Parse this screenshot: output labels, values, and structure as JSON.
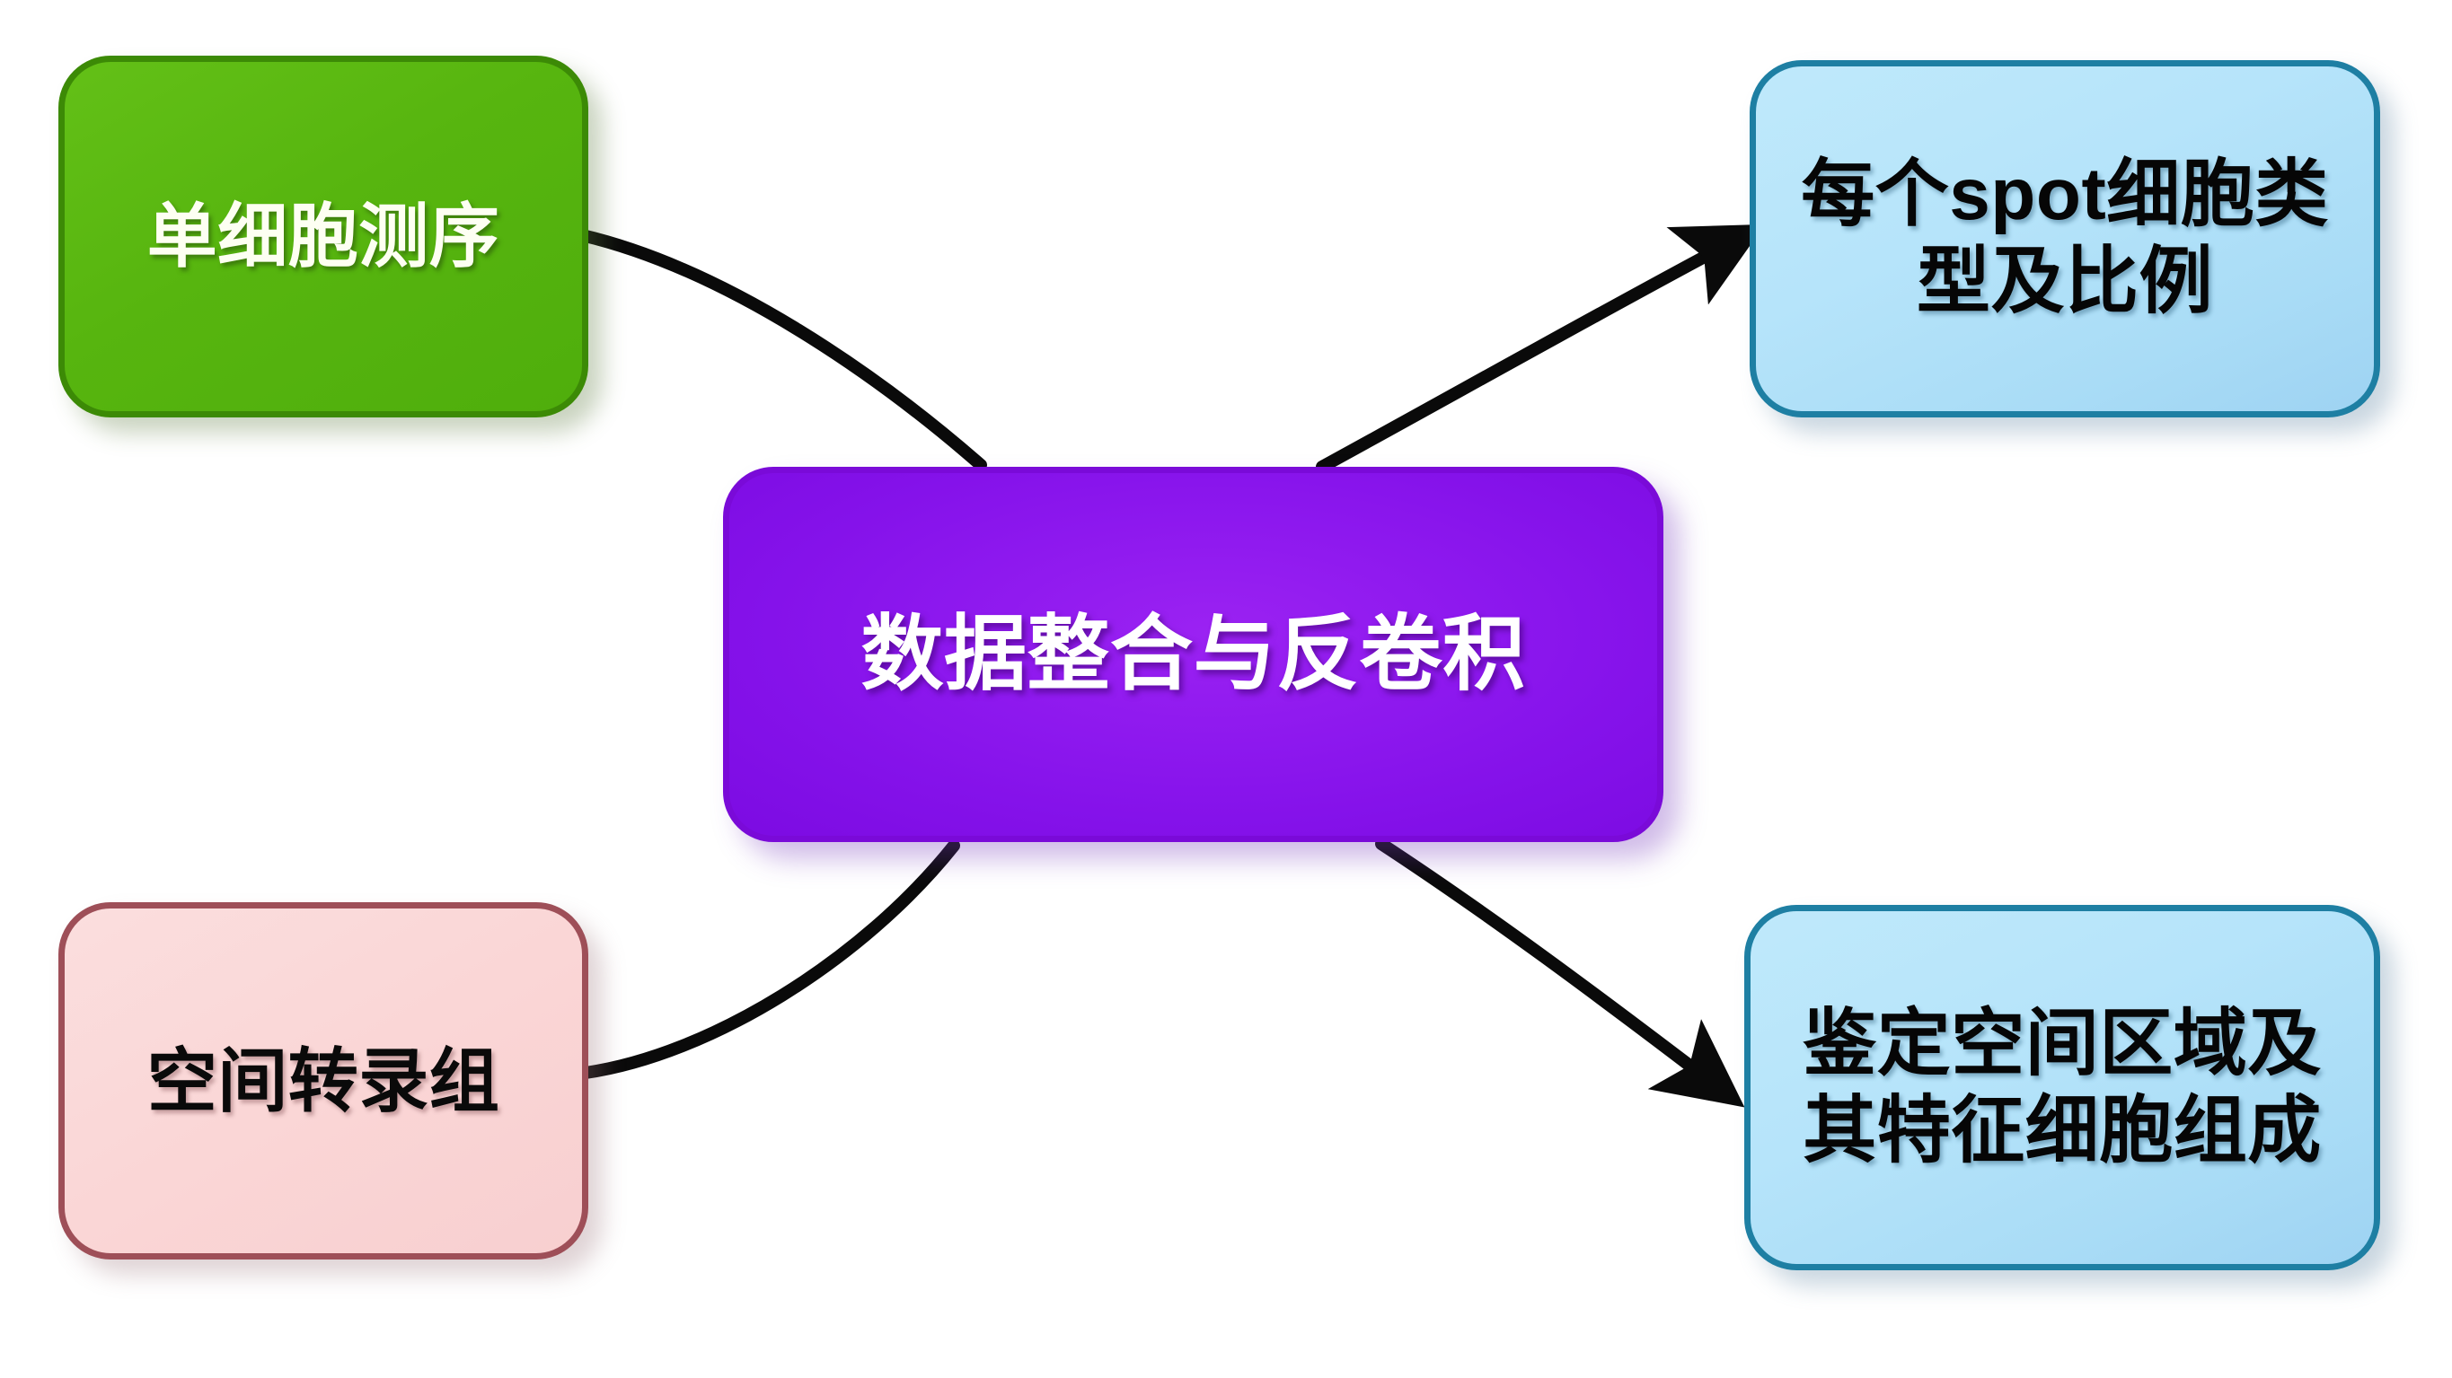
{
  "diagram": {
    "title_visible": false,
    "background_color": "#ffffff",
    "nodes": [
      {
        "id": "single-cell",
        "name": "单细胞测序",
        "lines": [
          "单细胞测序"
        ],
        "role": "input",
        "fill": "#57b50f",
        "border": "#3c8a06",
        "text_color": "#fdfff2"
      },
      {
        "id": "spatial",
        "name": "空间转录组",
        "lines": [
          "空间转录组"
        ],
        "role": "input",
        "fill": "#fad6d6",
        "border": "#9e4f58",
        "text_color": "#0a0a0a"
      },
      {
        "id": "integration",
        "name": "数据整合与反卷积",
        "lines": [
          "数据整合与反卷积"
        ],
        "role": "process",
        "fill": "#8d18ee",
        "border": "#7a0ad8",
        "text_color": "#ffffff"
      },
      {
        "id": "spot-types",
        "name": "每个spot细胞类型及比例",
        "lines": [
          "每个spot细胞类",
          "型及比例"
        ],
        "role": "output",
        "fill": "#b6e4fa",
        "border": "#1e7fa3",
        "text_color": "#060606"
      },
      {
        "id": "regions",
        "name": "鉴定空间区域及其特征细胞组成",
        "lines": [
          "鉴定空间区域及",
          "其特征细胞组成"
        ],
        "role": "output",
        "fill": "#b6e4fa",
        "border": "#1e7fa3",
        "text_color": "#060606"
      }
    ],
    "connectors": [
      {
        "id": "single-cell-to-integration",
        "from": "single-cell",
        "to": "integration",
        "arrowhead": false,
        "color": "#0a0a0a"
      },
      {
        "id": "spatial-to-integration",
        "from": "spatial",
        "to": "integration",
        "arrowhead": false,
        "color": "#0a0a0a"
      },
      {
        "id": "integration-to-spot-types",
        "from": "integration",
        "to": "spot-types",
        "arrowhead": true,
        "color": "#0a0a0a"
      },
      {
        "id": "integration-to-regions",
        "from": "integration",
        "to": "regions",
        "arrowhead": true,
        "color": "#0a0a0a"
      }
    ]
  }
}
